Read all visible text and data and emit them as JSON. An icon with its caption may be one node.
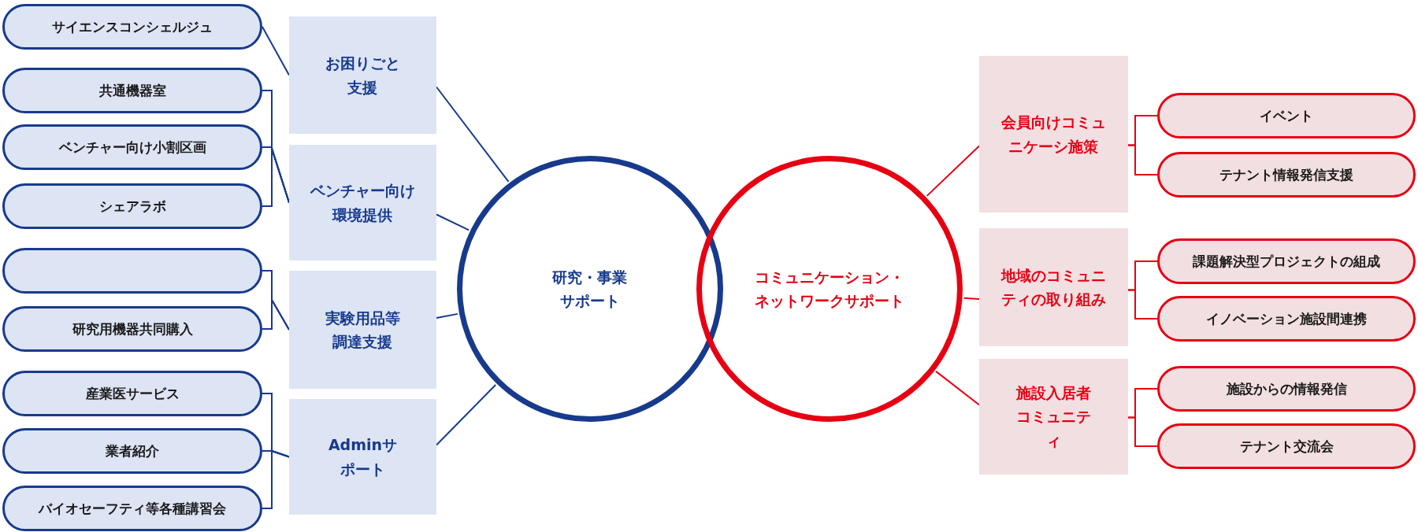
{
  "diagram": {
    "nodes": [
      {
        "text": [
          "研究・事業サポート"
        ]
      },
      {
        "text": [
          "コミュニケーション・ネットワークサポート"
        ]
      },
      {
        "text": [
          "お困りごと支援"
        ]
      },
      {
        "text": [
          "ベンチャー向け環境提供"
        ]
      },
      {
        "text": [
          "実験用品等調達支援"
        ]
      },
      {
        "text": [
          "Adminサポート"
        ]
      },
      {
        "text": [
          "サイエンスコンシェルジュ"
        ]
      },
      {
        "text": [
          "共通機器室"
        ]
      },
      {
        "text": [
          "ベンチャー向け小割区画"
        ]
      },
      {
        "text": [
          "シェアラボ"
        ]
      },
      {
        "text": [],
        "shape": "box"
      },
      {
        "text": [
          "研究用機器共同購入"
        ]
      },
      {
        "text": [
          "産業医サービス"
        ]
      },
      {
        "text": [
          "業者紹介"
        ]
      },
      {
        "text": [
          "バイオセーフティ等各種講習会"
        ]
      },
      {
        "text": [
          "会員向けコミュニケーシ施策"
        ]
      },
      {
        "text": [
          "地域のコミュニティの取り組み"
        ]
      },
      {
        "text": [
          "施設入居者コミュニティ"
        ]
      },
      {
        "text": [
          "イベント"
        ]
      },
      {
        "text": [
          "テナント情報発信支援"
        ]
      },
      {
        "text": [
          "課題解決型プロジェクトの組成"
        ]
      },
      {
        "text": [
          "イノベーション施設間連携"
        ]
      },
      {
        "text": [
          "施設からの情報発信"
        ]
      },
      {
        "text": [
          "テナント交流会"
        ]
      }
    ],
    "edges": [
      {
        "from": 2,
        "to": 0,
        "arrow": "none"
      },
      {
        "from": 3,
        "to": 0,
        "arrow": "none"
      },
      {
        "from": 4,
        "to": 0,
        "arrow": "none"
      },
      {
        "from": 5,
        "to": 0,
        "arrow": "none"
      },
      {
        "from": 6,
        "to": 2,
        "arrow": "none"
      },
      {
        "from": 7,
        "to": 3,
        "arrow": "none"
      },
      {
        "from": 8,
        "to": 3,
        "arrow": "none"
      },
      {
        "from": 9,
        "to": 3,
        "arrow": "none"
      },
      {
        "from": 10,
        "to": 4,
        "arrow": "none"
      },
      {
        "from": 11,
        "to": 4,
        "arrow": "none"
      },
      {
        "from": 12,
        "to": 5,
        "arrow": "none"
      },
      {
        "from": 13,
        "to": 5,
        "arrow": "none"
      },
      {
        "from": 14,
        "to": 5,
        "arrow": "none"
      },
      {
        "from": 15,
        "to": 1,
        "arrow": "none",
        "color": "#e60012"
      },
      {
        "from": 16,
        "to": 1,
        "arrow": "none",
        "color": "#e60012"
      },
      {
        "from": 17,
        "to": 1,
        "arrow": "none",
        "color": "#e60012"
      },
      {
        "from": 15,
        "to": 18,
        "arrow": "none",
        "color": "#e60012"
      },
      {
        "from": 15,
        "to": 19,
        "arrow": "none",
        "color": "#e60012"
      },
      {
        "from": 16,
        "to": 20,
        "arrow": "none",
        "color": "#e60012"
      },
      {
        "from": 16,
        "to": 21,
        "arrow": "none",
        "color": "#e60012"
      },
      {
        "from": 17,
        "to": 22,
        "arrow": "none",
        "color": "#e60012"
      },
      {
        "from": 17,
        "to": 23,
        "arrow": "none",
        "color": "#e60012"
      }
    ]
  }
}
